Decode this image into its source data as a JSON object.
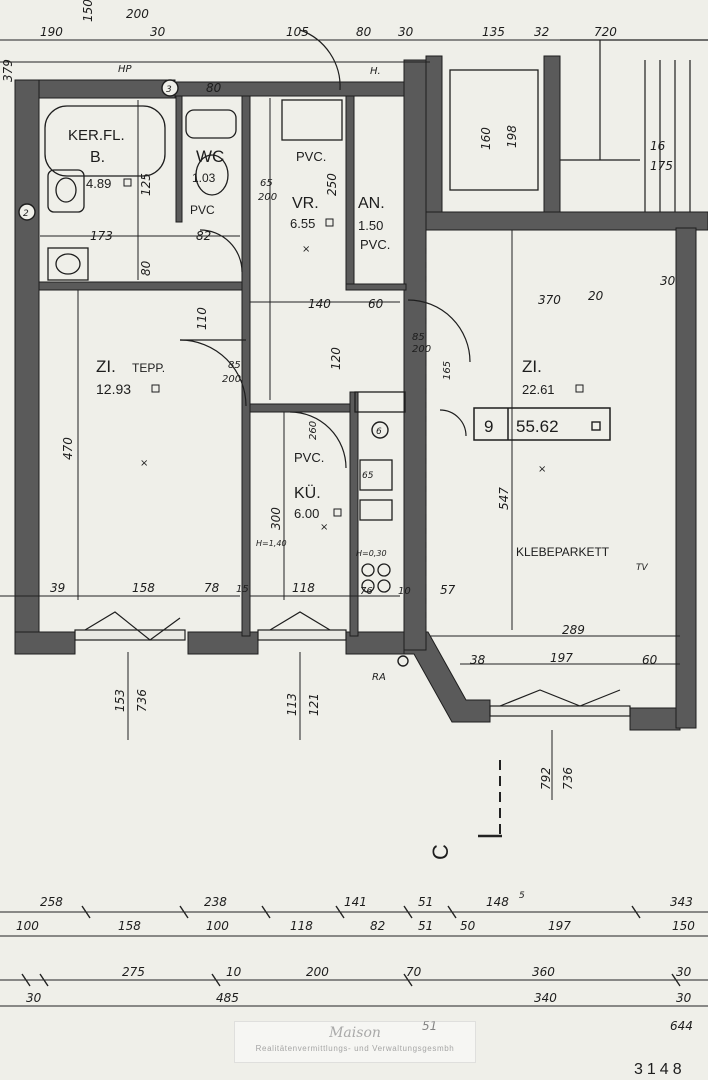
{
  "rooms": {
    "bath": {
      "name": "KER.FL.",
      "code": "B.",
      "area": "4.89"
    },
    "wc": {
      "name": "WC",
      "area": "1.03",
      "floor": "PVC"
    },
    "hall": {
      "name": "VR.",
      "area": "6.55",
      "floor": "PVC."
    },
    "entry": {
      "name": "AN.",
      "area": "1.50",
      "floor": "PVC."
    },
    "room_left": {
      "name": "ZI.",
      "floor": "TEPP.",
      "area": "12.93"
    },
    "kitchen": {
      "name": "KÜ.",
      "area": "6.00",
      "floor": "PVC."
    },
    "room_right": {
      "name": "ZI.",
      "area": "22.61",
      "floor": "KLEBEPARKETT"
    }
  },
  "flat": {
    "number": "9",
    "total_area": "55.62"
  },
  "labels": {
    "section": "C",
    "pvc_hall_top": "PVC.",
    "ra": "RA",
    "hp": "HP",
    "h_top": "H.",
    "tv": "TV",
    "h_kitchen": "H=1,40",
    "h_sink": "H=0,30",
    "ref_65": "65",
    "circle_3": "3",
    "circle_2": "2",
    "circle_6": "6",
    "page_fragment": "3148",
    "watermark_logo": "Maison",
    "watermark_sub": "Realitätenvermittlungs- und Verwaltungsgesmbh"
  },
  "dims": {
    "top_row": [
      "190",
      "150",
      "30",
      "105",
      "80",
      "30",
      "135",
      "32",
      "720"
    ],
    "top_small": [
      "379",
      "200",
      "80"
    ],
    "bath_w": "173",
    "bath_w2": "82",
    "bath_h": "80",
    "bath_h2": "125",
    "wc_w": "65",
    "wc_w2": "200",
    "hall_w": "140",
    "hall_w2": "60",
    "hall_h": "250",
    "door_85": "85",
    "door_200": "200",
    "stair_a": "160",
    "stair_b": "198",
    "stair_c": "16",
    "stair_d": "175",
    "r_370": "370",
    "r_20": "20",
    "r_30": "30",
    "r_85": "85",
    "r_165": "165",
    "left_h": "470",
    "kitchen_h": "300",
    "right_h": "547",
    "door_110": "110",
    "door_120": "120",
    "door_260": "260",
    "win_row": [
      "39",
      "158",
      "78",
      "15",
      "118",
      "76",
      "10",
      "57",
      "289"
    ],
    "win_row2": [
      "38",
      "197",
      "60"
    ],
    "below_left": [
      "153",
      "736"
    ],
    "below_mid": [
      "113",
      "121"
    ],
    "below_right": [
      "792",
      "736"
    ],
    "row1": [
      "258",
      "238",
      "141",
      "51",
      "148",
      "343"
    ],
    "row1_sup": "5",
    "row2": [
      "100",
      "158",
      "100",
      "118",
      "82",
      "51",
      "50",
      "197",
      "150"
    ],
    "row3": [
      "275",
      "10",
      "200",
      "70",
      "360",
      "30"
    ],
    "row4": [
      "485",
      "30",
      "340",
      "30"
    ],
    "row5": [
      "51",
      "644"
    ]
  }
}
